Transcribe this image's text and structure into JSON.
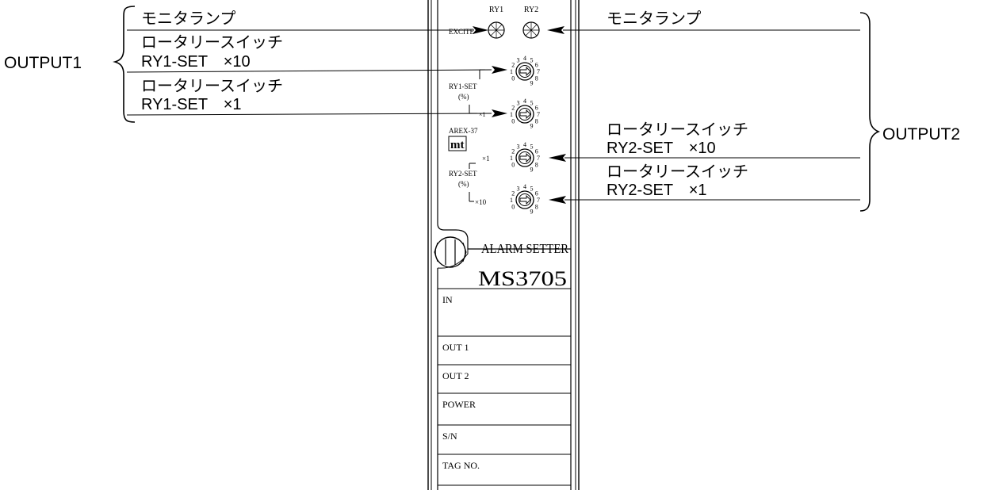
{
  "left_group": {
    "output_label": "OUTPUT1",
    "monitor_lamp_label": "モニタランプ",
    "rotary_switch_label_1": "ロータリースイッチ",
    "ry1_set_x10": "RY1-SET　×10",
    "rotary_switch_label_2": "ロータリースイッチ",
    "ry1_set_x1": "RY1-SET　×1"
  },
  "right_group": {
    "output_label": "OUTPUT2",
    "monitor_lamp_label": "モニタランプ",
    "rotary_switch_label_1": "ロータリースイッチ",
    "ry2_set_x10": "RY2-SET　×10",
    "rotary_switch_label_2": "ロータリースイッチ",
    "ry2_set_x1": "RY2-SET　×1"
  },
  "panel": {
    "lamp_ry1": "RY1",
    "lamp_ry2": "RY2",
    "excite_label": "EXCITE",
    "ry1_set_label": "RY1-SET",
    "percent_label": "(%)",
    "x1_top": "×1",
    "model_code": "AREX-37",
    "logo": "mt",
    "x1_mid": "×1",
    "ry2_set_label": "RY2-SET",
    "percent_label_2": "(%)",
    "x10_bottom": "×10",
    "dial_digits": [
      "0",
      "1",
      "2",
      "3",
      "4",
      "5",
      "6",
      "7",
      "8",
      "9"
    ],
    "product_name": "ALARM SETTER",
    "model_number": "MS3705",
    "table_rows": [
      "IN",
      "OUT 1",
      "OUT 2",
      "POWER",
      "S/N",
      "TAG NO."
    ]
  }
}
